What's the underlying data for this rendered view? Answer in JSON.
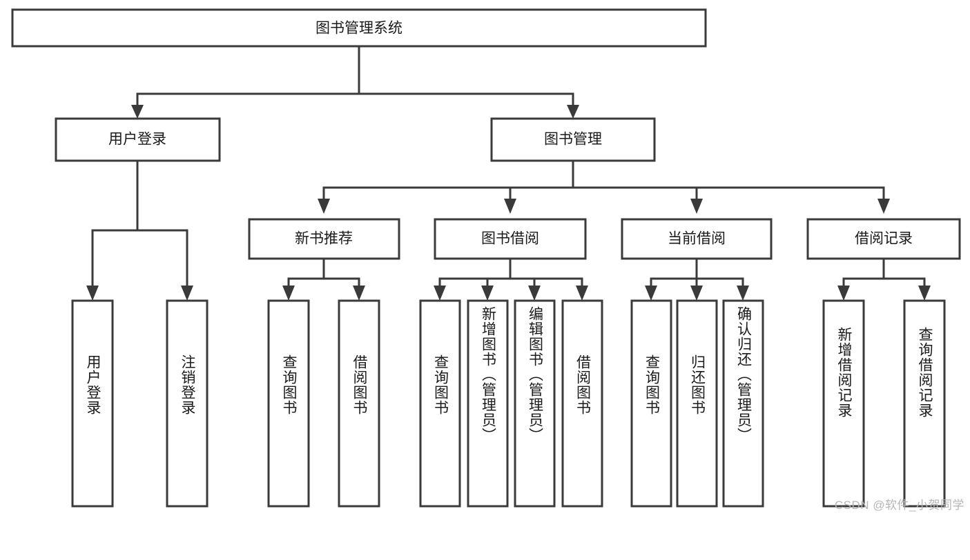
{
  "diagram": {
    "title": "图书管理系统",
    "type": "tree-hierarchy-diagram",
    "colors": {
      "box_stroke": "#3a3a3a",
      "box_fill": "#ffffff",
      "text": "#1a1a1a",
      "background": "#ffffff",
      "watermark": "#b5b5b5"
    },
    "root": {
      "label": "图书管理系统"
    },
    "level2": [
      {
        "label": "用户登录"
      },
      {
        "label": "图书管理"
      }
    ],
    "level3": [
      {
        "label": "新书推荐"
      },
      {
        "label": "图书借阅"
      },
      {
        "label": "当前借阅"
      },
      {
        "label": "借阅记录"
      }
    ],
    "leaves": {
      "user_login": [
        {
          "label": "用户登录"
        },
        {
          "label": "注销登录"
        }
      ],
      "new_book_recommend": [
        {
          "label": "查询图书"
        },
        {
          "label": "借阅图书"
        }
      ],
      "book_borrow": [
        {
          "label": "查询图书"
        },
        {
          "label": "新增图书（管理员）"
        },
        {
          "label": "编辑图书（管理员）"
        },
        {
          "label": "借阅图书"
        }
      ],
      "current_borrow": [
        {
          "label": "查询图书"
        },
        {
          "label": "归还图书"
        },
        {
          "label": "确认归还（管理员）"
        }
      ],
      "borrow_record": [
        {
          "label": "新增借阅记录"
        },
        {
          "label": "查询借阅记录"
        }
      ]
    }
  },
  "watermark": {
    "text": "CSDN @软件_小贺同学"
  }
}
